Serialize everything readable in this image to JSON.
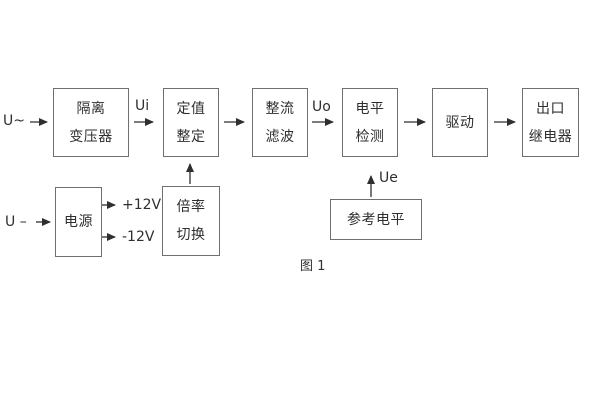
{
  "caption": "图 1",
  "colors": {
    "background": "#ffffff",
    "box_border": "#6f6f6f",
    "text": "#2f2f2f",
    "line": "#2f2f2f"
  },
  "blocks": [
    {
      "name": "isolation-transformer",
      "lines": [
        "隔离",
        "变压器"
      ]
    },
    {
      "name": "setting-adjust",
      "lines": [
        "定值",
        "整定"
      ]
    },
    {
      "name": "rectifier-filter",
      "lines": [
        "整流",
        "滤波"
      ]
    },
    {
      "name": "level-detector",
      "lines": [
        "电平",
        "检测"
      ]
    },
    {
      "name": "driver",
      "lines": [
        "驱动"
      ]
    },
    {
      "name": "output-relay",
      "lines": [
        "出口",
        "继电器"
      ]
    },
    {
      "name": "power-supply",
      "lines": [
        "电源"
      ]
    },
    {
      "name": "ratio-switch",
      "lines": [
        "倍率",
        "切换"
      ]
    },
    {
      "name": "reference-level",
      "lines": [
        "参考电平"
      ]
    }
  ],
  "labels": {
    "input_ac": "U~",
    "input_dc": "U –",
    "signal_ui": "Ui",
    "signal_uo": "Uo",
    "signal_ue": "Ue",
    "rail_pos": "+12V",
    "rail_neg": "-12V"
  }
}
